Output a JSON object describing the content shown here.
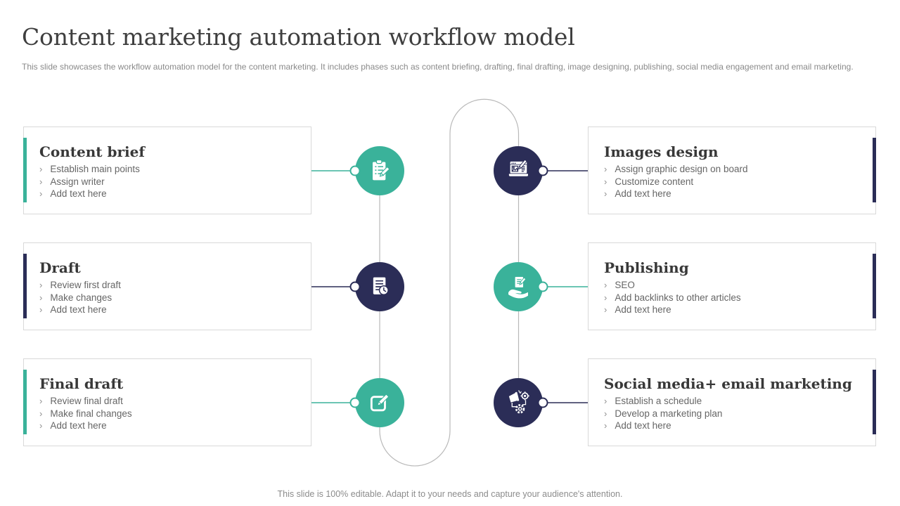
{
  "slide": {
    "title": "Content marketing automation workflow model",
    "subtitle": "This slide showcases the workflow automation model for the content marketing. It includes phases such as content briefing, drafting, final drafting, image designing, publishing, social media engagement and email marketing.",
    "footer": "This slide is 100% editable. Adapt it to your needs and capture your audience's attention."
  },
  "bullet_marker": "›",
  "colors": {
    "teal": "#3ab29a",
    "navy": "#2b2d57",
    "path_gray": "#b9b9b9",
    "box_border": "#d9d9d9",
    "heading_text": "#383838",
    "bullet_text": "#666666"
  },
  "phases": [
    {
      "title": "Content brief",
      "bullets": [
        "Establish main points",
        "Assign writer",
        "Add text here"
      ],
      "side": "left",
      "bar_color": "teal",
      "circle_color": "teal",
      "icon": "clipboard-pencil-icon"
    },
    {
      "title": "Draft",
      "bullets": [
        "Review first draft",
        "Make changes",
        "Add text here"
      ],
      "side": "left",
      "bar_color": "navy",
      "circle_color": "navy",
      "icon": "document-clock-icon"
    },
    {
      "title": "Final draft",
      "bullets": [
        "Review final draft",
        "Make final changes",
        "Add text here"
      ],
      "side": "left",
      "bar_color": "teal",
      "circle_color": "teal",
      "icon": "edit-pencil-icon"
    },
    {
      "title": "Images design",
      "bullets": [
        "Assign graphic design on board",
        "Customize content",
        "Add text here"
      ],
      "side": "right",
      "bar_color": "navy",
      "circle_color": "navy",
      "icon": "laptop-design-icon"
    },
    {
      "title": "Publishing",
      "bullets": [
        "SEO",
        "Add backlinks to other articles",
        "Add text here"
      ],
      "side": "right",
      "bar_color": "navy",
      "circle_color": "teal",
      "icon": "hand-document-icon"
    },
    {
      "title": "Social media+ email marketing",
      "bullets": [
        "Establish a schedule",
        "Develop a marketing plan",
        "Add text here"
      ],
      "side": "right",
      "bar_color": "navy",
      "circle_color": "navy",
      "icon": "megaphone-automation-icon"
    }
  ]
}
